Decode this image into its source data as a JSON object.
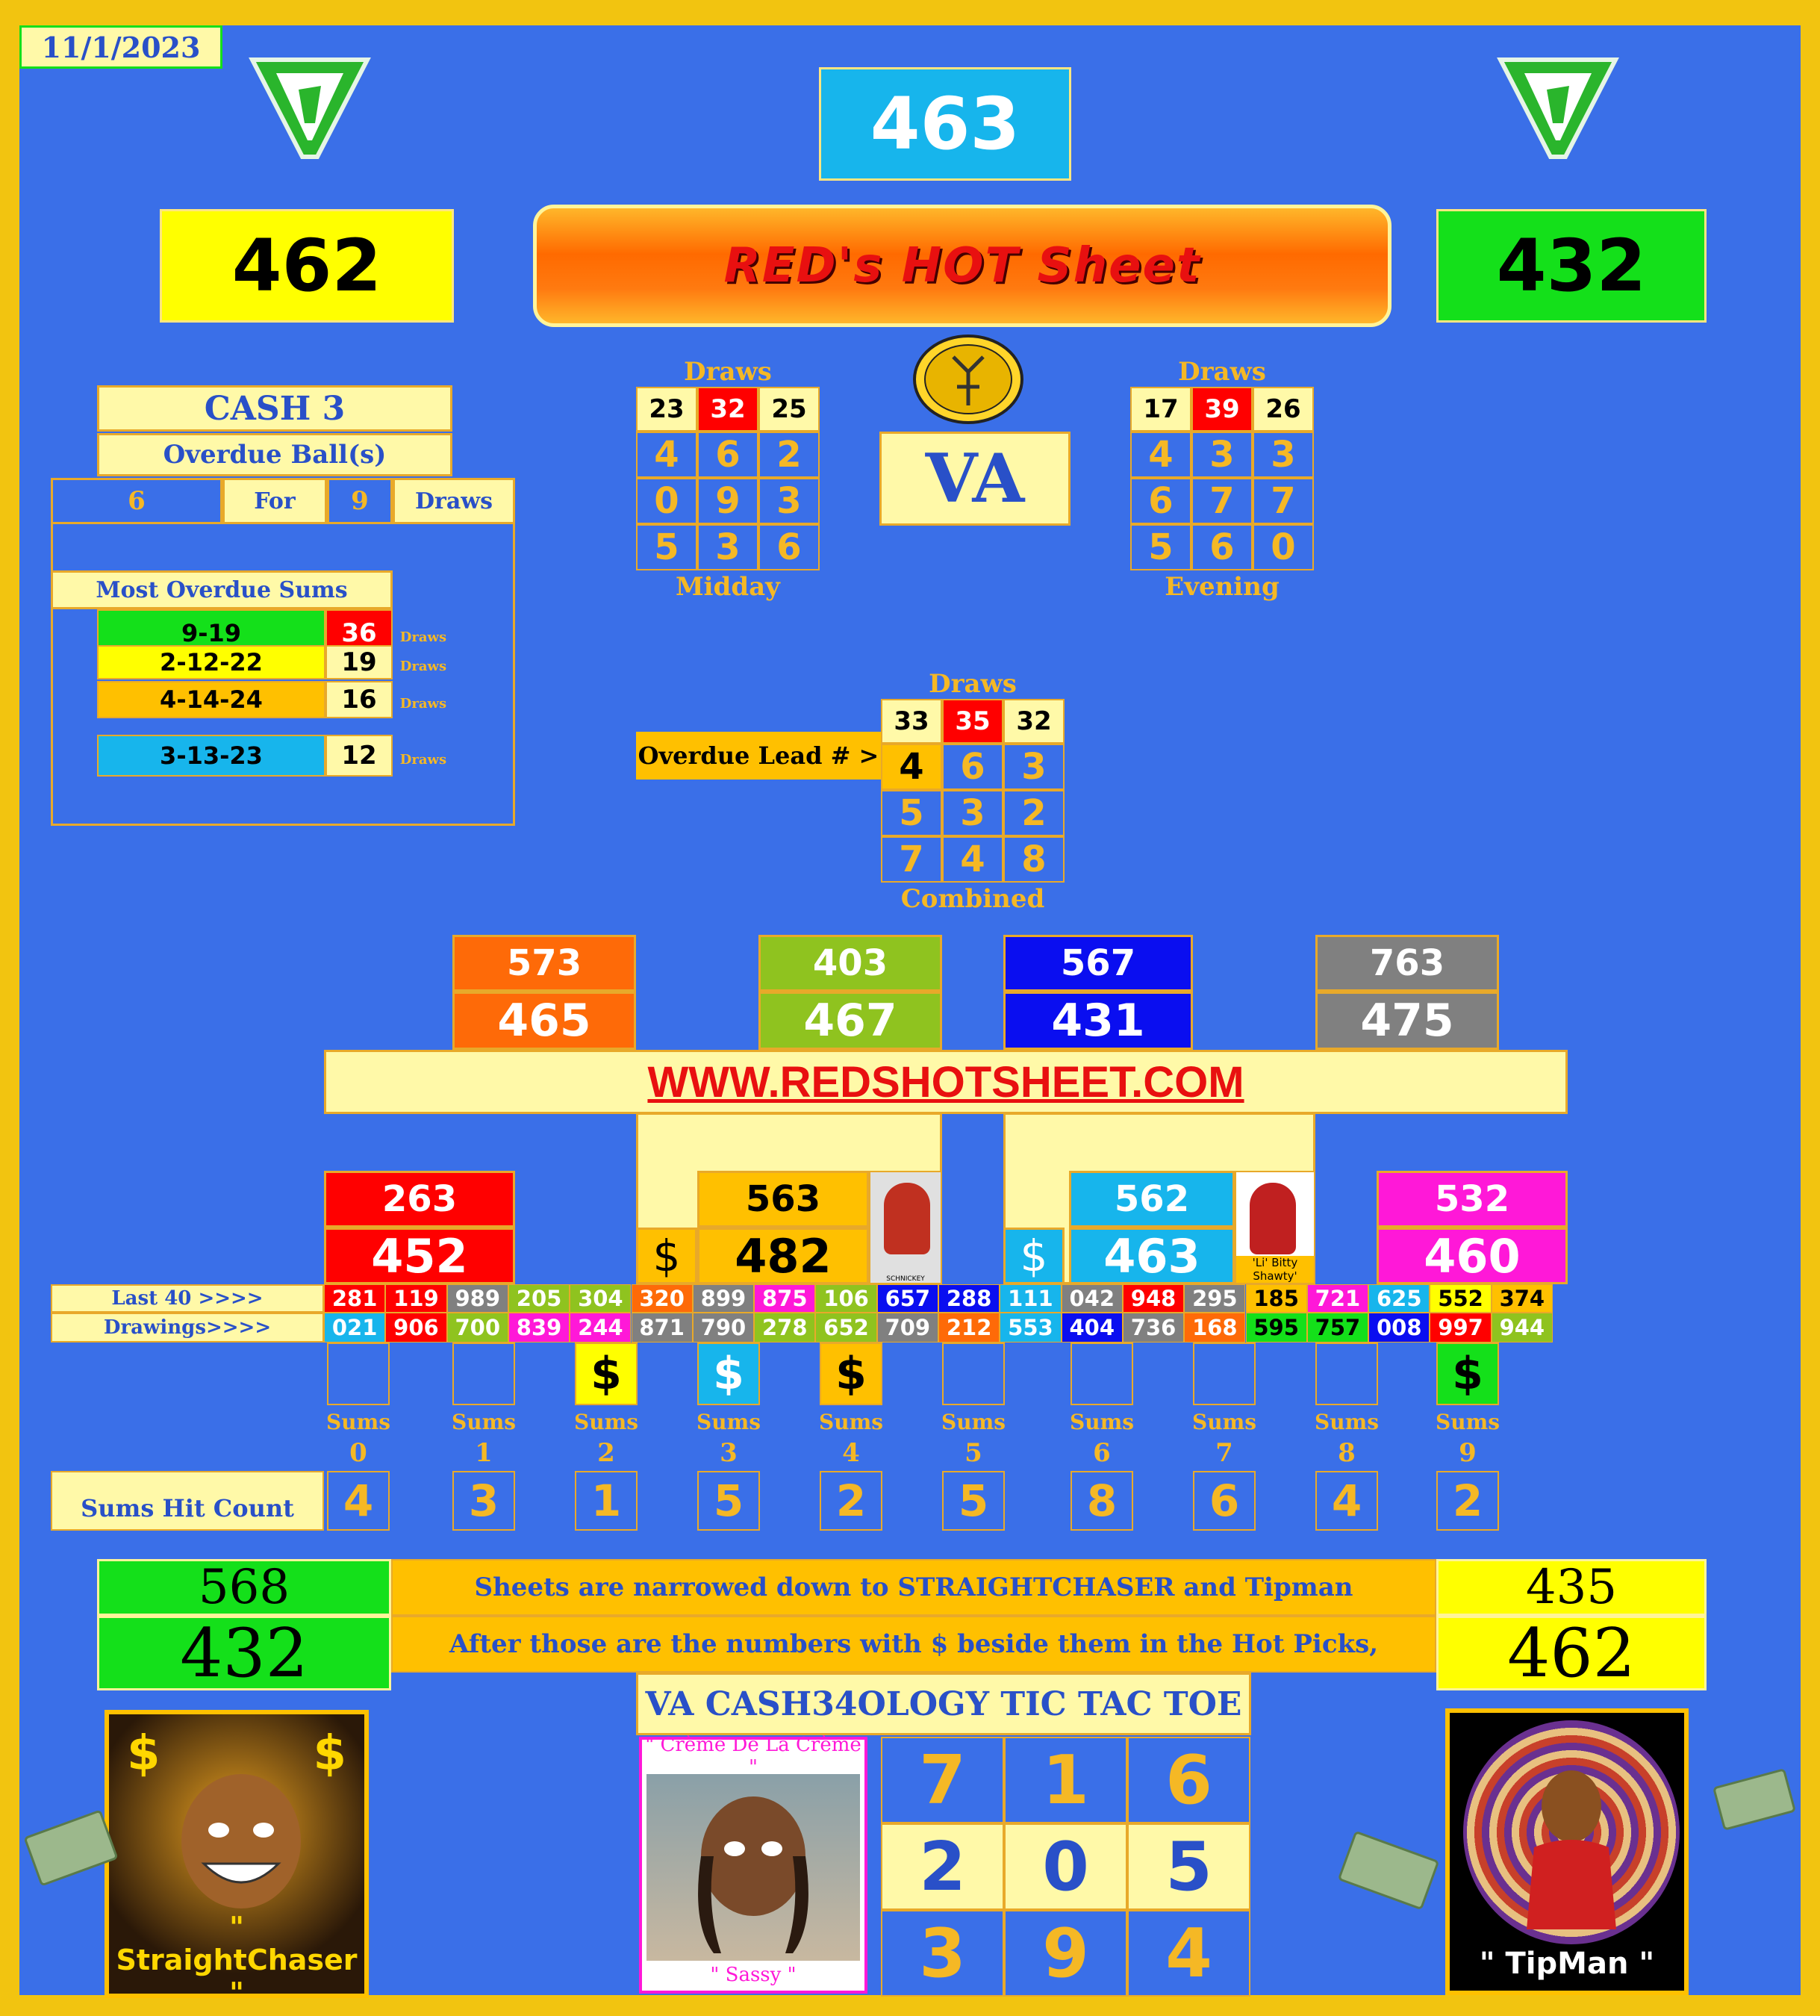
{
  "date": "11/1/2023",
  "top_pick": "463",
  "left_pick": "462",
  "right_pick": "432",
  "logo_text": "RED's HOT Sheet",
  "state": "VA",
  "cash3": {
    "title": "CASH 3",
    "subtitle": "Overdue Ball(s)",
    "ball": "6",
    "for_label": "For",
    "draws_count": "9",
    "draws_label": "Draws"
  },
  "most_overdue": {
    "title": "Most Overdue Sums",
    "rows": [
      {
        "sums": "9-19",
        "draws": "36",
        "label": "Draws",
        "color": "#14e01a"
      },
      {
        "sums": "2-12-22",
        "draws": "19",
        "label": "Draws",
        "color": "#ffff00"
      },
      {
        "sums": "4-14-24",
        "draws": "16",
        "label": "Draws",
        "color": "#ffc000"
      },
      {
        "sums": "3-13-23",
        "draws": "12",
        "label": "Draws",
        "color": "#17b5ec"
      }
    ]
  },
  "midday": {
    "header": "Draws",
    "footer": "Midday",
    "draws": [
      "23",
      "32",
      "25"
    ],
    "grid": [
      [
        "4",
        "6",
        "2"
      ],
      [
        "0",
        "9",
        "3"
      ],
      [
        "5",
        "3",
        "6"
      ]
    ]
  },
  "evening": {
    "header": "Draws",
    "footer": "Evening",
    "draws": [
      "17",
      "39",
      "26"
    ],
    "grid": [
      [
        "4",
        "3",
        "3"
      ],
      [
        "6",
        "7",
        "7"
      ],
      [
        "5",
        "6",
        "0"
      ]
    ]
  },
  "combined": {
    "header": "Draws",
    "footer": "Combined",
    "lead_label": "Overdue Lead # >",
    "draws": [
      "33",
      "35",
      "32"
    ],
    "grid": [
      [
        "4",
        "6",
        "3"
      ],
      [
        "5",
        "3",
        "2"
      ],
      [
        "7",
        "4",
        "8"
      ]
    ]
  },
  "pair_boxes": [
    {
      "top": "573",
      "bottom": "465",
      "color": "#fe6a08"
    },
    {
      "top": "403",
      "bottom": "467",
      "color": "#8fc31f"
    },
    {
      "top": "567",
      "bottom": "431",
      "color": "#0a0ef0"
    },
    {
      "top": "763",
      "bottom": "475",
      "color": "#808080"
    }
  ],
  "website": "WWW.REDSHOTSHEET.COM",
  "hot_picks": [
    {
      "top": "263",
      "bottom": "452",
      "color": "#ff0000"
    },
    {
      "top": "563",
      "bottom": "482",
      "color": "#ffc000",
      "dollar": "$",
      "char": "SCHNICKEY"
    },
    {
      "top": "562",
      "bottom": "463",
      "color": "#17b5ec",
      "dollar": "$",
      "char": "'Li' Bitty Shawty'"
    },
    {
      "top": "532",
      "bottom": "460",
      "color": "#ff18d8"
    }
  ],
  "history": {
    "label1": "Last 40 >>>>",
    "label2": "Drawings>>>>",
    "row1": [
      {
        "v": "281",
        "c": "#ff0000"
      },
      {
        "v": "119",
        "c": "#ff0000"
      },
      {
        "v": "989",
        "c": "#808080"
      },
      {
        "v": "205",
        "c": "#8fc31f"
      },
      {
        "v": "304",
        "c": "#8fc31f"
      },
      {
        "v": "320",
        "c": "#fe6a08"
      },
      {
        "v": "899",
        "c": "#808080"
      },
      {
        "v": "875",
        "c": "#ff18d8"
      },
      {
        "v": "106",
        "c": "#8fc31f"
      },
      {
        "v": "657",
        "c": "#0a0ef0"
      },
      {
        "v": "288",
        "c": "#0a0ef0"
      },
      {
        "v": "111",
        "c": "#17b5ec"
      },
      {
        "v": "042",
        "c": "#808080"
      },
      {
        "v": "948",
        "c": "#ff0000"
      },
      {
        "v": "295",
        "c": "#808080"
      },
      {
        "v": "185",
        "c": "#ffc000",
        "t": "#000"
      },
      {
        "v": "721",
        "c": "#ff18d8"
      },
      {
        "v": "625",
        "c": "#17b5ec"
      },
      {
        "v": "552",
        "c": "#ffff00",
        "t": "#000"
      },
      {
        "v": "374",
        "c": "#ffc000",
        "t": "#000"
      }
    ],
    "row2": [
      {
        "v": "021",
        "c": "#17b5ec"
      },
      {
        "v": "906",
        "c": "#ff0000"
      },
      {
        "v": "700",
        "c": "#8fc31f"
      },
      {
        "v": "839",
        "c": "#ff18d8"
      },
      {
        "v": "244",
        "c": "#ff18d8"
      },
      {
        "v": "871",
        "c": "#808080"
      },
      {
        "v": "790",
        "c": "#808080"
      },
      {
        "v": "278",
        "c": "#8fc31f"
      },
      {
        "v": "652",
        "c": "#8fc31f"
      },
      {
        "v": "709",
        "c": "#808080"
      },
      {
        "v": "212",
        "c": "#fe6a08"
      },
      {
        "v": "553",
        "c": "#17b5ec"
      },
      {
        "v": "404",
        "c": "#0a0ef0"
      },
      {
        "v": "736",
        "c": "#808080"
      },
      {
        "v": "168",
        "c": "#fe6a08"
      },
      {
        "v": "595",
        "c": "#14e01a",
        "t": "#000"
      },
      {
        "v": "757",
        "c": "#14e01a",
        "t": "#000"
      },
      {
        "v": "008",
        "c": "#0a0ef0"
      },
      {
        "v": "997",
        "c": "#ff0000"
      },
      {
        "v": "944",
        "c": "#8fc31f"
      }
    ]
  },
  "sums": {
    "label": "Sums",
    "hit_label": "Sums Hit Count",
    "items": [
      {
        "digit": "0",
        "count": "4",
        "dollar": ""
      },
      {
        "digit": "1",
        "count": "3",
        "dollar": ""
      },
      {
        "digit": "2",
        "count": "1",
        "dollar": "$",
        "dcolor": "#ffff00"
      },
      {
        "digit": "3",
        "count": "5",
        "dollar": "$",
        "dcolor": "#17b5ec"
      },
      {
        "digit": "4",
        "count": "2",
        "dollar": "$",
        "dcolor": "#ffc000"
      },
      {
        "digit": "5",
        "count": "5",
        "dollar": ""
      },
      {
        "digit": "6",
        "count": "8",
        "dollar": ""
      },
      {
        "digit": "7",
        "count": "6",
        "dollar": ""
      },
      {
        "digit": "8",
        "count": "4",
        "dollar": ""
      },
      {
        "digit": "9",
        "count": "2",
        "dollar": "$",
        "dcolor": "#14e01a"
      }
    ]
  },
  "straightchaser": {
    "top": "568",
    "bottom": "432",
    "name": "\" StraightChaser \"",
    "dollar": "$"
  },
  "tipman": {
    "top": "435",
    "bottom": "462",
    "name": "\" TipMan \""
  },
  "messages": [
    "Sheets are narrowed down to STRAIGHTCHASER and Tipman",
    "After those are the numbers with $ beside them in the Hot Picks,"
  ],
  "tictactoe": {
    "title": "VA CASH34OLOGY TIC TAC TOE",
    "caption_top": "\" Crème De La Crème \"",
    "caption_bottom": "\" Sassy \"",
    "grid": [
      [
        "7",
        "1",
        "6"
      ],
      [
        "2",
        "0",
        "5"
      ],
      [
        "3",
        "9",
        "4"
      ]
    ]
  }
}
